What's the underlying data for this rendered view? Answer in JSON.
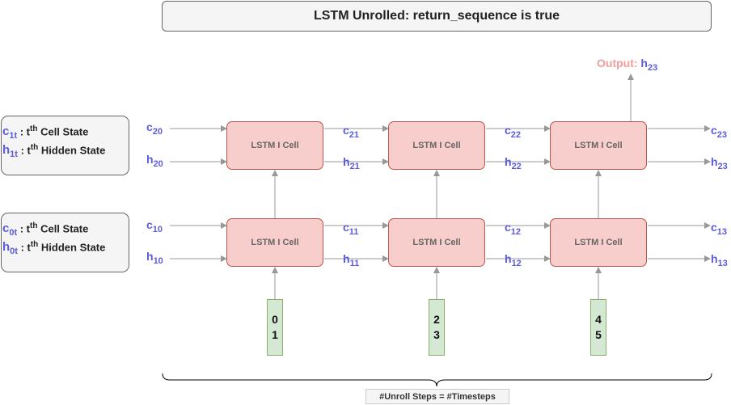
{
  "title": "LSTM Unrolled: return_sequence is true",
  "legend": {
    "top": {
      "cell_var": "c",
      "cell_sub": "1t",
      "cell_sep": " : t",
      "cell_sup": "th",
      "cell_desc": " Cell State",
      "hidden_var": "h",
      "hidden_sub": "1t",
      "hidden_sep": " : t",
      "hidden_sup": "th",
      "hidden_desc": " Hidden State"
    },
    "bottom": {
      "cell_var": "c",
      "cell_sub": "0t",
      "cell_sep": " : t",
      "cell_sup": "th",
      "cell_desc": " Cell State",
      "hidden_var": "h",
      "hidden_sub": "0t",
      "hidden_sep": " : t",
      "hidden_sup": "th",
      "hidden_desc": " Hidden State"
    }
  },
  "cell_label": "LSTM I Cell",
  "inputs": [
    {
      "a": "0",
      "b": "1"
    },
    {
      "a": "2",
      "b": "3"
    },
    {
      "a": "4",
      "b": "5"
    }
  ],
  "vars": {
    "c20": {
      "v": "c",
      "s": "20"
    },
    "h20": {
      "v": "h",
      "s": "20"
    },
    "c21": {
      "v": "c",
      "s": "21"
    },
    "h21": {
      "v": "h",
      "s": "21"
    },
    "c22": {
      "v": "c",
      "s": "22"
    },
    "h22": {
      "v": "h",
      "s": "22"
    },
    "c23": {
      "v": "c",
      "s": "23"
    },
    "h23": {
      "v": "h",
      "s": "23"
    },
    "c10": {
      "v": "c",
      "s": "10"
    },
    "h10": {
      "v": "h",
      "s": "10"
    },
    "c11": {
      "v": "c",
      "s": "11"
    },
    "h11": {
      "v": "h",
      "s": "11"
    },
    "c12": {
      "v": "c",
      "s": "12"
    },
    "h12": {
      "v": "h",
      "s": "12"
    },
    "c13": {
      "v": "c",
      "s": "13"
    },
    "h13": {
      "v": "h",
      "s": "13"
    }
  },
  "output": {
    "word": "Output: ",
    "v": "h",
    "s": "23"
  },
  "footer": "#Unroll Steps = #Timesteps",
  "colors": {
    "accent_var": "#5b5bdb",
    "cell_fill": "#f8cecc",
    "cell_border": "#b85450",
    "input_fill": "#d5e8d4",
    "input_border": "#82b366",
    "output_word": "#f19c99",
    "arrow": "#999999"
  }
}
